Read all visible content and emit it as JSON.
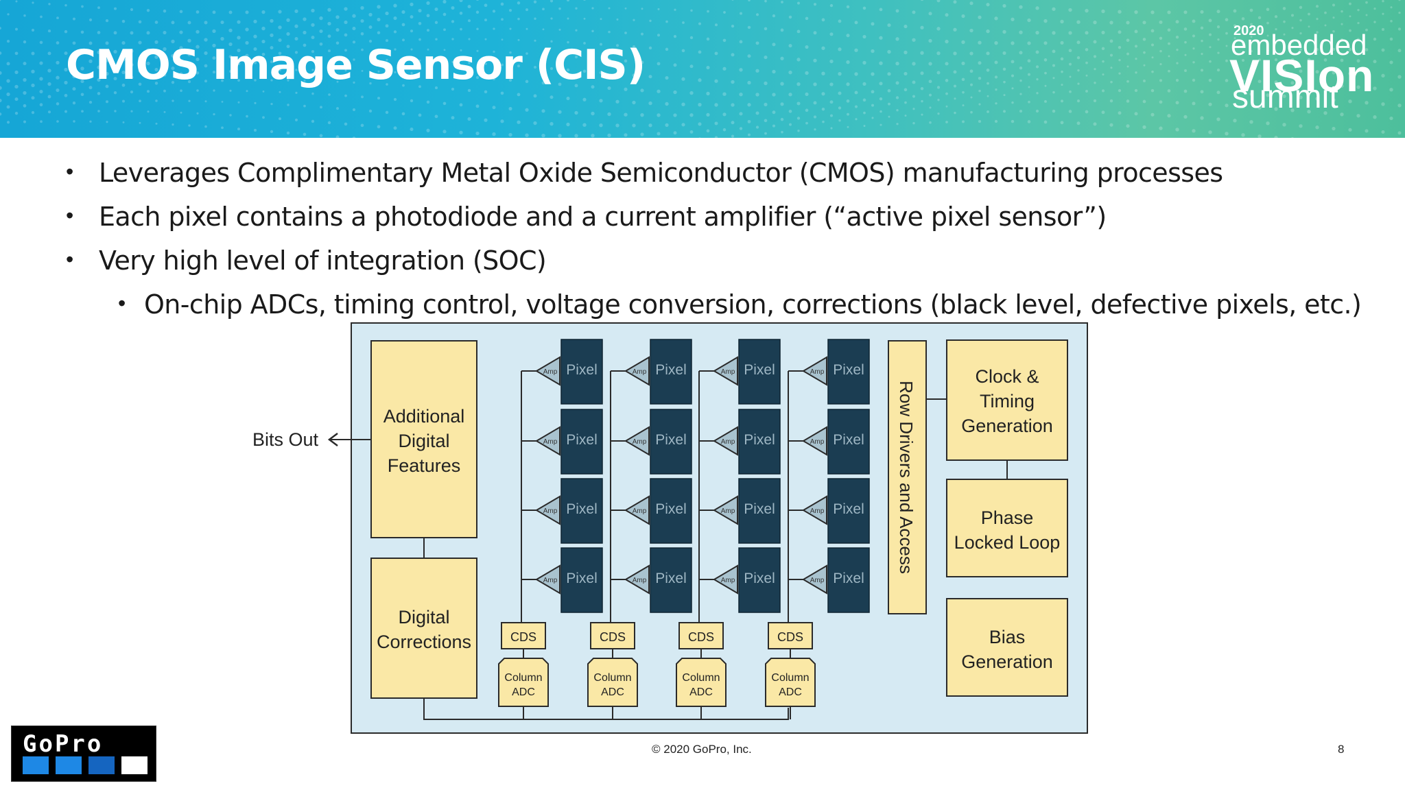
{
  "slide": {
    "title": "CMOS Image Sensor (CIS)",
    "page_number": "8",
    "footer": "© 2020 GoPro, Inc."
  },
  "logo_event": {
    "year": "2020",
    "line1": "embedded",
    "line2": "VISIon",
    "line3": "summit"
  },
  "logo_brand": {
    "text": "GoPro",
    "squares": [
      "#1e88e5",
      "#1e88e5",
      "#1565c0",
      "#ffffff"
    ]
  },
  "bullets": [
    {
      "text": "Leverages Complimentary Metal Oxide Semiconductor (CMOS) manufacturing processes",
      "level": 1
    },
    {
      "text": "Each pixel contains a photodiode and a current amplifier (“active pixel sensor”)",
      "level": 1
    },
    {
      "text": " Very high level of integration (SOC)",
      "level": 1
    },
    {
      "text": "On-chip ADCs, timing control, voltage conversion, corrections (black level, defective pixels, etc.)",
      "level": 2
    }
  ],
  "diagram": {
    "bits_out": "Bits Out",
    "additional": [
      "Additional",
      "Digital",
      "Features"
    ],
    "corrections": [
      "Digital",
      "Corrections"
    ],
    "pixel_label": "Pixel",
    "amp_label": "Amp",
    "cds_label": "CDS",
    "adc_label": [
      "Column",
      "ADC"
    ],
    "row_drivers": "Row Drivers and Access",
    "clock": [
      "Clock &",
      "Timing",
      "Generation"
    ],
    "pll": [
      "Phase",
      "Locked Loop"
    ],
    "bias": [
      "Bias",
      "Generation"
    ],
    "colors": {
      "panel": "#d6eaf3",
      "block": "#fae8a6",
      "pixel": "#1b3d52",
      "amp": "#a9c3cf",
      "stroke": "#2a2a2a"
    }
  }
}
